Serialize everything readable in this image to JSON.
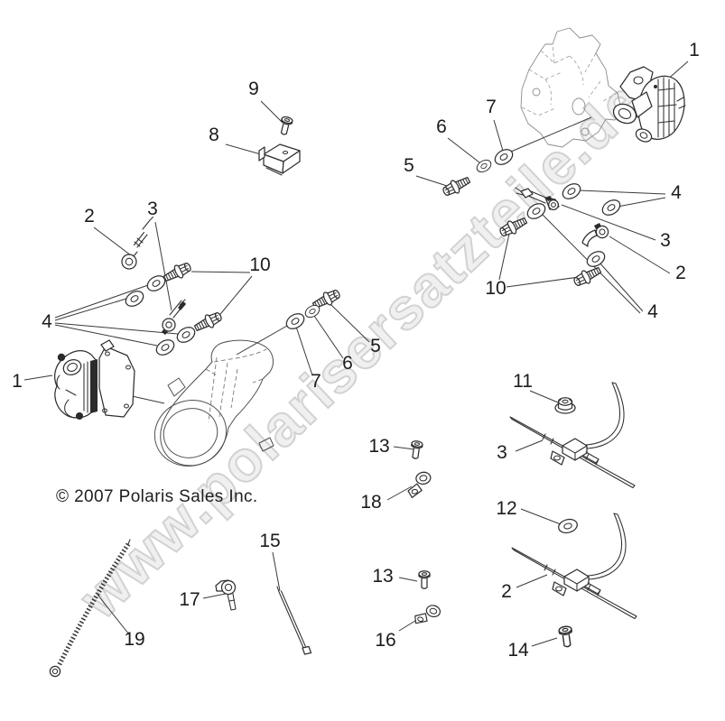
{
  "watermark_text": "www.polarisersatzteile.de",
  "copyright_text": "© 2007 Polaris Sales Inc.",
  "callouts": [
    {
      "part": "brake-caliper-right",
      "label": "1"
    },
    {
      "part": "screw",
      "label": "9"
    },
    {
      "part": "module",
      "label": "8"
    },
    {
      "part": "washer-large-top",
      "label": "7"
    },
    {
      "part": "washer-small-top",
      "label": "6"
    },
    {
      "part": "bolt-top",
      "label": "5"
    },
    {
      "part": "washers-right-upper",
      "label": "4"
    },
    {
      "part": "brake-pipe-right",
      "label": "3"
    },
    {
      "part": "clamp-right",
      "label": "2"
    },
    {
      "part": "mount-bolts-right",
      "label": "10"
    },
    {
      "part": "washers-right-lower",
      "label": "4"
    },
    {
      "part": "banjo-fitting-left",
      "label": "2"
    },
    {
      "part": "fitting-left",
      "label": "3"
    },
    {
      "part": "mount-bolts-left",
      "label": "10"
    },
    {
      "part": "washers-left",
      "label": "4"
    },
    {
      "part": "brake-caliper-left",
      "label": "1"
    },
    {
      "part": "bolt-mid",
      "label": "5"
    },
    {
      "part": "washer-small-mid",
      "label": "6"
    },
    {
      "part": "washer-large-mid",
      "label": "7"
    },
    {
      "part": "flange-nut",
      "label": "11"
    },
    {
      "part": "hose-assembly-upper",
      "label": "3"
    },
    {
      "part": "screw-upper",
      "label": "13"
    },
    {
      "part": "clip-upper",
      "label": "18"
    },
    {
      "part": "washer-bottom",
      "label": "12"
    },
    {
      "part": "hose-assembly-lower",
      "label": "2"
    },
    {
      "part": "screw-lower",
      "label": "13"
    },
    {
      "part": "clip-lower",
      "label": "16"
    },
    {
      "part": "cable-tie-small",
      "label": "15"
    },
    {
      "part": "push-pin",
      "label": "17"
    },
    {
      "part": "bolt-bottom",
      "label": "14"
    },
    {
      "part": "cable-tie-long",
      "label": "19"
    }
  ]
}
